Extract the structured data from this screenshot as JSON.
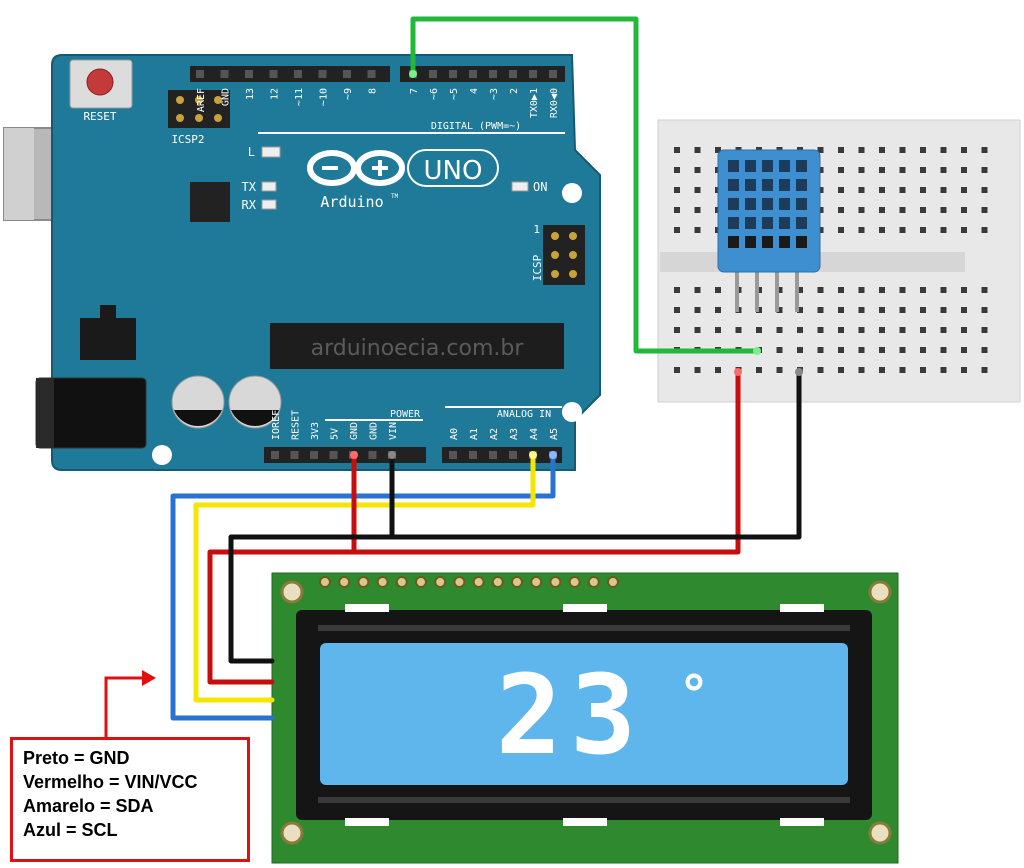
{
  "arduino": {
    "reset_label": "RESET",
    "icsp2_label": "ICSP2",
    "icsp_label": "ICSP",
    "icsp_pin1": "1",
    "brand": "Arduino",
    "tm": "TM",
    "model": "UNO",
    "led_l": "L",
    "led_tx": "TX",
    "led_rx": "RX",
    "led_on": "ON",
    "watermark": "arduinoecia.com.br",
    "digital_label": "DIGITAL (PWM=~)",
    "power_label": "POWER",
    "analog_label": "ANALOG IN",
    "top_header_pins": [
      "AREF",
      "GND",
      "13",
      "12",
      "~11",
      "~10",
      "~9",
      "8"
    ],
    "digital_pins": [
      "7",
      "~6",
      "~5",
      "4",
      "~3",
      "2",
      "TX0▶1",
      "RX0◀0"
    ],
    "power_pins": [
      "IOREF",
      "RESET",
      "3V3",
      "5V",
      "GND",
      "GND",
      "VIN"
    ],
    "analog_pins": [
      "A0",
      "A1",
      "A2",
      "A3",
      "A4",
      "A5"
    ]
  },
  "lcd": {
    "temperature": "23",
    "degree_symbol": "°"
  },
  "legend": {
    "lines": [
      "Preto = GND",
      "Vermelho = VIN/VCC",
      "Amarelo = SDA",
      "Azul = SCL"
    ]
  },
  "colors": {
    "board": "#1e7a98",
    "wire_green": "#22b93a",
    "wire_red": "#c80d0d",
    "wire_black": "#111111",
    "wire_yellow": "#f3e600",
    "wire_blue": "#2a72d0",
    "lcd_pcb": "#2f8a2f",
    "lcd_screen": "#5fb6ec",
    "sensor": "#3e8fcf",
    "breadboard": "#e8e8e8",
    "legend_border": "#e01010"
  }
}
